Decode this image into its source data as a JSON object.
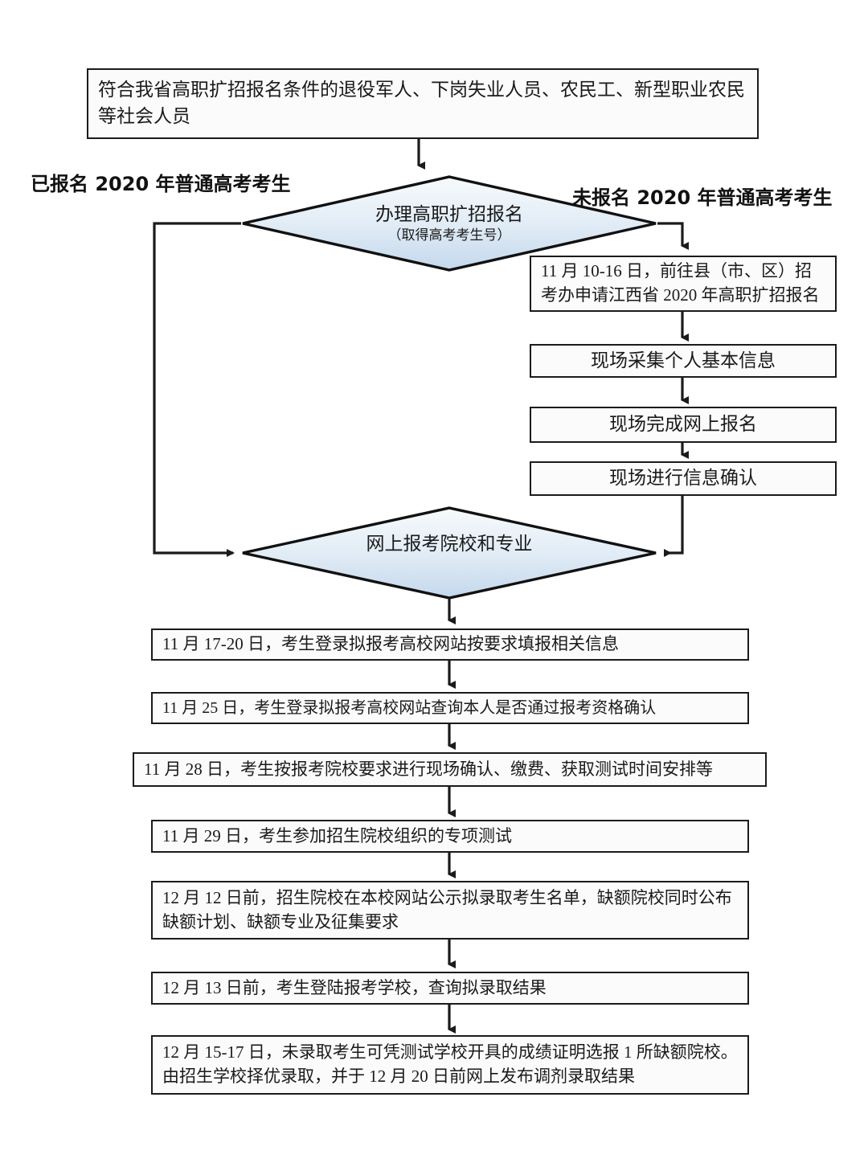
{
  "document": {
    "title": "江西省 2020 年高职扩招报名流程图",
    "language": "zh-CN"
  },
  "palette": {
    "line": "#1b1b1b",
    "box_fill": "#fbfbfb",
    "diamond_top": "#f4f8fb",
    "diamond_bottom": "#c7d9ec",
    "text": "#1a1a1a"
  },
  "chart_data": {
    "type": "diagram",
    "layout": "flowchart-vertical",
    "nodes": [
      {
        "id": "n1",
        "shape": "process",
        "text": "符合我省高职扩招报名条件的退役军人、下岗失业人员、农民工、新型职业农民等社会人员"
      },
      {
        "id": "d1",
        "shape": "decision",
        "text": "办理高职扩招报名",
        "subtext": "（取得高考考生号）"
      },
      {
        "id": "r1",
        "shape": "process",
        "text": "11 月 10-16 日，前往县（市、区）招考办申请江西省 2020 年高职扩招报名"
      },
      {
        "id": "r2",
        "shape": "process",
        "text": "现场采集个人基本信息"
      },
      {
        "id": "r3",
        "shape": "process",
        "text": "现场完成网上报名"
      },
      {
        "id": "r4",
        "shape": "process",
        "text": "现场进行信息确认"
      },
      {
        "id": "d2",
        "shape": "decision",
        "text": "网上报考院校和专业"
      },
      {
        "id": "s1",
        "shape": "process",
        "text": "11 月 17-20 日，考生登录拟报考高校网站按要求填报相关信息"
      },
      {
        "id": "s2",
        "shape": "process",
        "text": "11 月 25 日，考生登录拟报考高校网站查询本人是否通过报考资格确认"
      },
      {
        "id": "s3",
        "shape": "process",
        "text": "11 月 28 日，考生按报考院校要求进行现场确认、缴费、获取测试时间安排等"
      },
      {
        "id": "s4",
        "shape": "process",
        "text": "11 月 29 日，考生参加招生院校组织的专项测试"
      },
      {
        "id": "s5",
        "shape": "process",
        "text": "12 月 12 日前，招生院校在本校网站公示拟录取考生名单，缺额院校同时公布缺额计划、缺额专业及征集要求"
      },
      {
        "id": "s6",
        "shape": "process",
        "text": "12 月 13 日前，考生登陆报考学校，查询拟录取结果"
      },
      {
        "id": "s7",
        "shape": "process",
        "text": "12 月 15-17 日，未录取考生可凭测试学校开具的成绩证明选报 1 所缺额院校。由招生学校择优录取，并于 12 月 20 日前网上发布调剂录取结果"
      }
    ],
    "edge_labels": {
      "left_branch": "已报名 2020 年普通高考考生",
      "right_branch": "未报名 2020 年普通高考考生"
    },
    "edges": [
      {
        "from": "n1",
        "to": "d1"
      },
      {
        "from": "d1",
        "to": "d2",
        "label": "已报名 2020 年普通高考考生",
        "route": "left"
      },
      {
        "from": "d1",
        "to": "r1",
        "label": "未报名 2020 年普通高考考生",
        "route": "right"
      },
      {
        "from": "r1",
        "to": "r2"
      },
      {
        "from": "r2",
        "to": "r3"
      },
      {
        "from": "r3",
        "to": "r4"
      },
      {
        "from": "r4",
        "to": "d2",
        "route": "right"
      },
      {
        "from": "d2",
        "to": "s1"
      },
      {
        "from": "s1",
        "to": "s2"
      },
      {
        "from": "s2",
        "to": "s3"
      },
      {
        "from": "s3",
        "to": "s4"
      },
      {
        "from": "s4",
        "to": "s5"
      },
      {
        "from": "s5",
        "to": "s6"
      },
      {
        "from": "s6",
        "to": "s7"
      }
    ]
  },
  "flow": {
    "top_box": "符合我省高职扩招报名条件的退役军人、下岗失业人员、农民工、新型职业农民等社会人员",
    "decision1": {
      "main": "办理高职扩招报名",
      "sub": "（取得高考考生号）"
    },
    "label_left": "已报名 2020 年普通高考考生",
    "label_right": "未报名 2020 年普通高考考生",
    "right_branch": [
      "11 月 10-16 日，前往县（市、区）招考办申请江西省 2020 年高职扩招报名",
      "现场采集个人基本信息",
      "现场完成网上报名",
      "现场进行信息确认"
    ],
    "decision2": "网上报考院校和专业",
    "steps": [
      "11 月 17-20 日，考生登录拟报考高校网站按要求填报相关信息",
      "11 月 25 日，考生登录拟报考高校网站查询本人是否通过报考资格确认",
      "11 月 28 日，考生按报考院校要求进行现场确认、缴费、获取测试时间安排等",
      "11 月 29 日，考生参加招生院校组织的专项测试",
      "12 月 12 日前，招生院校在本校网站公示拟录取考生名单，缺额院校同时公布缺额计划、缺额专业及征集要求",
      "12 月 13 日前，考生登陆报考学校，查询拟录取结果",
      "12 月 15-17 日，未录取考生可凭测试学校开具的成绩证明选报 1 所缺额院校。由招生学校择优录取，并于 12 月 20 日前网上发布调剂录取结果"
    ]
  }
}
